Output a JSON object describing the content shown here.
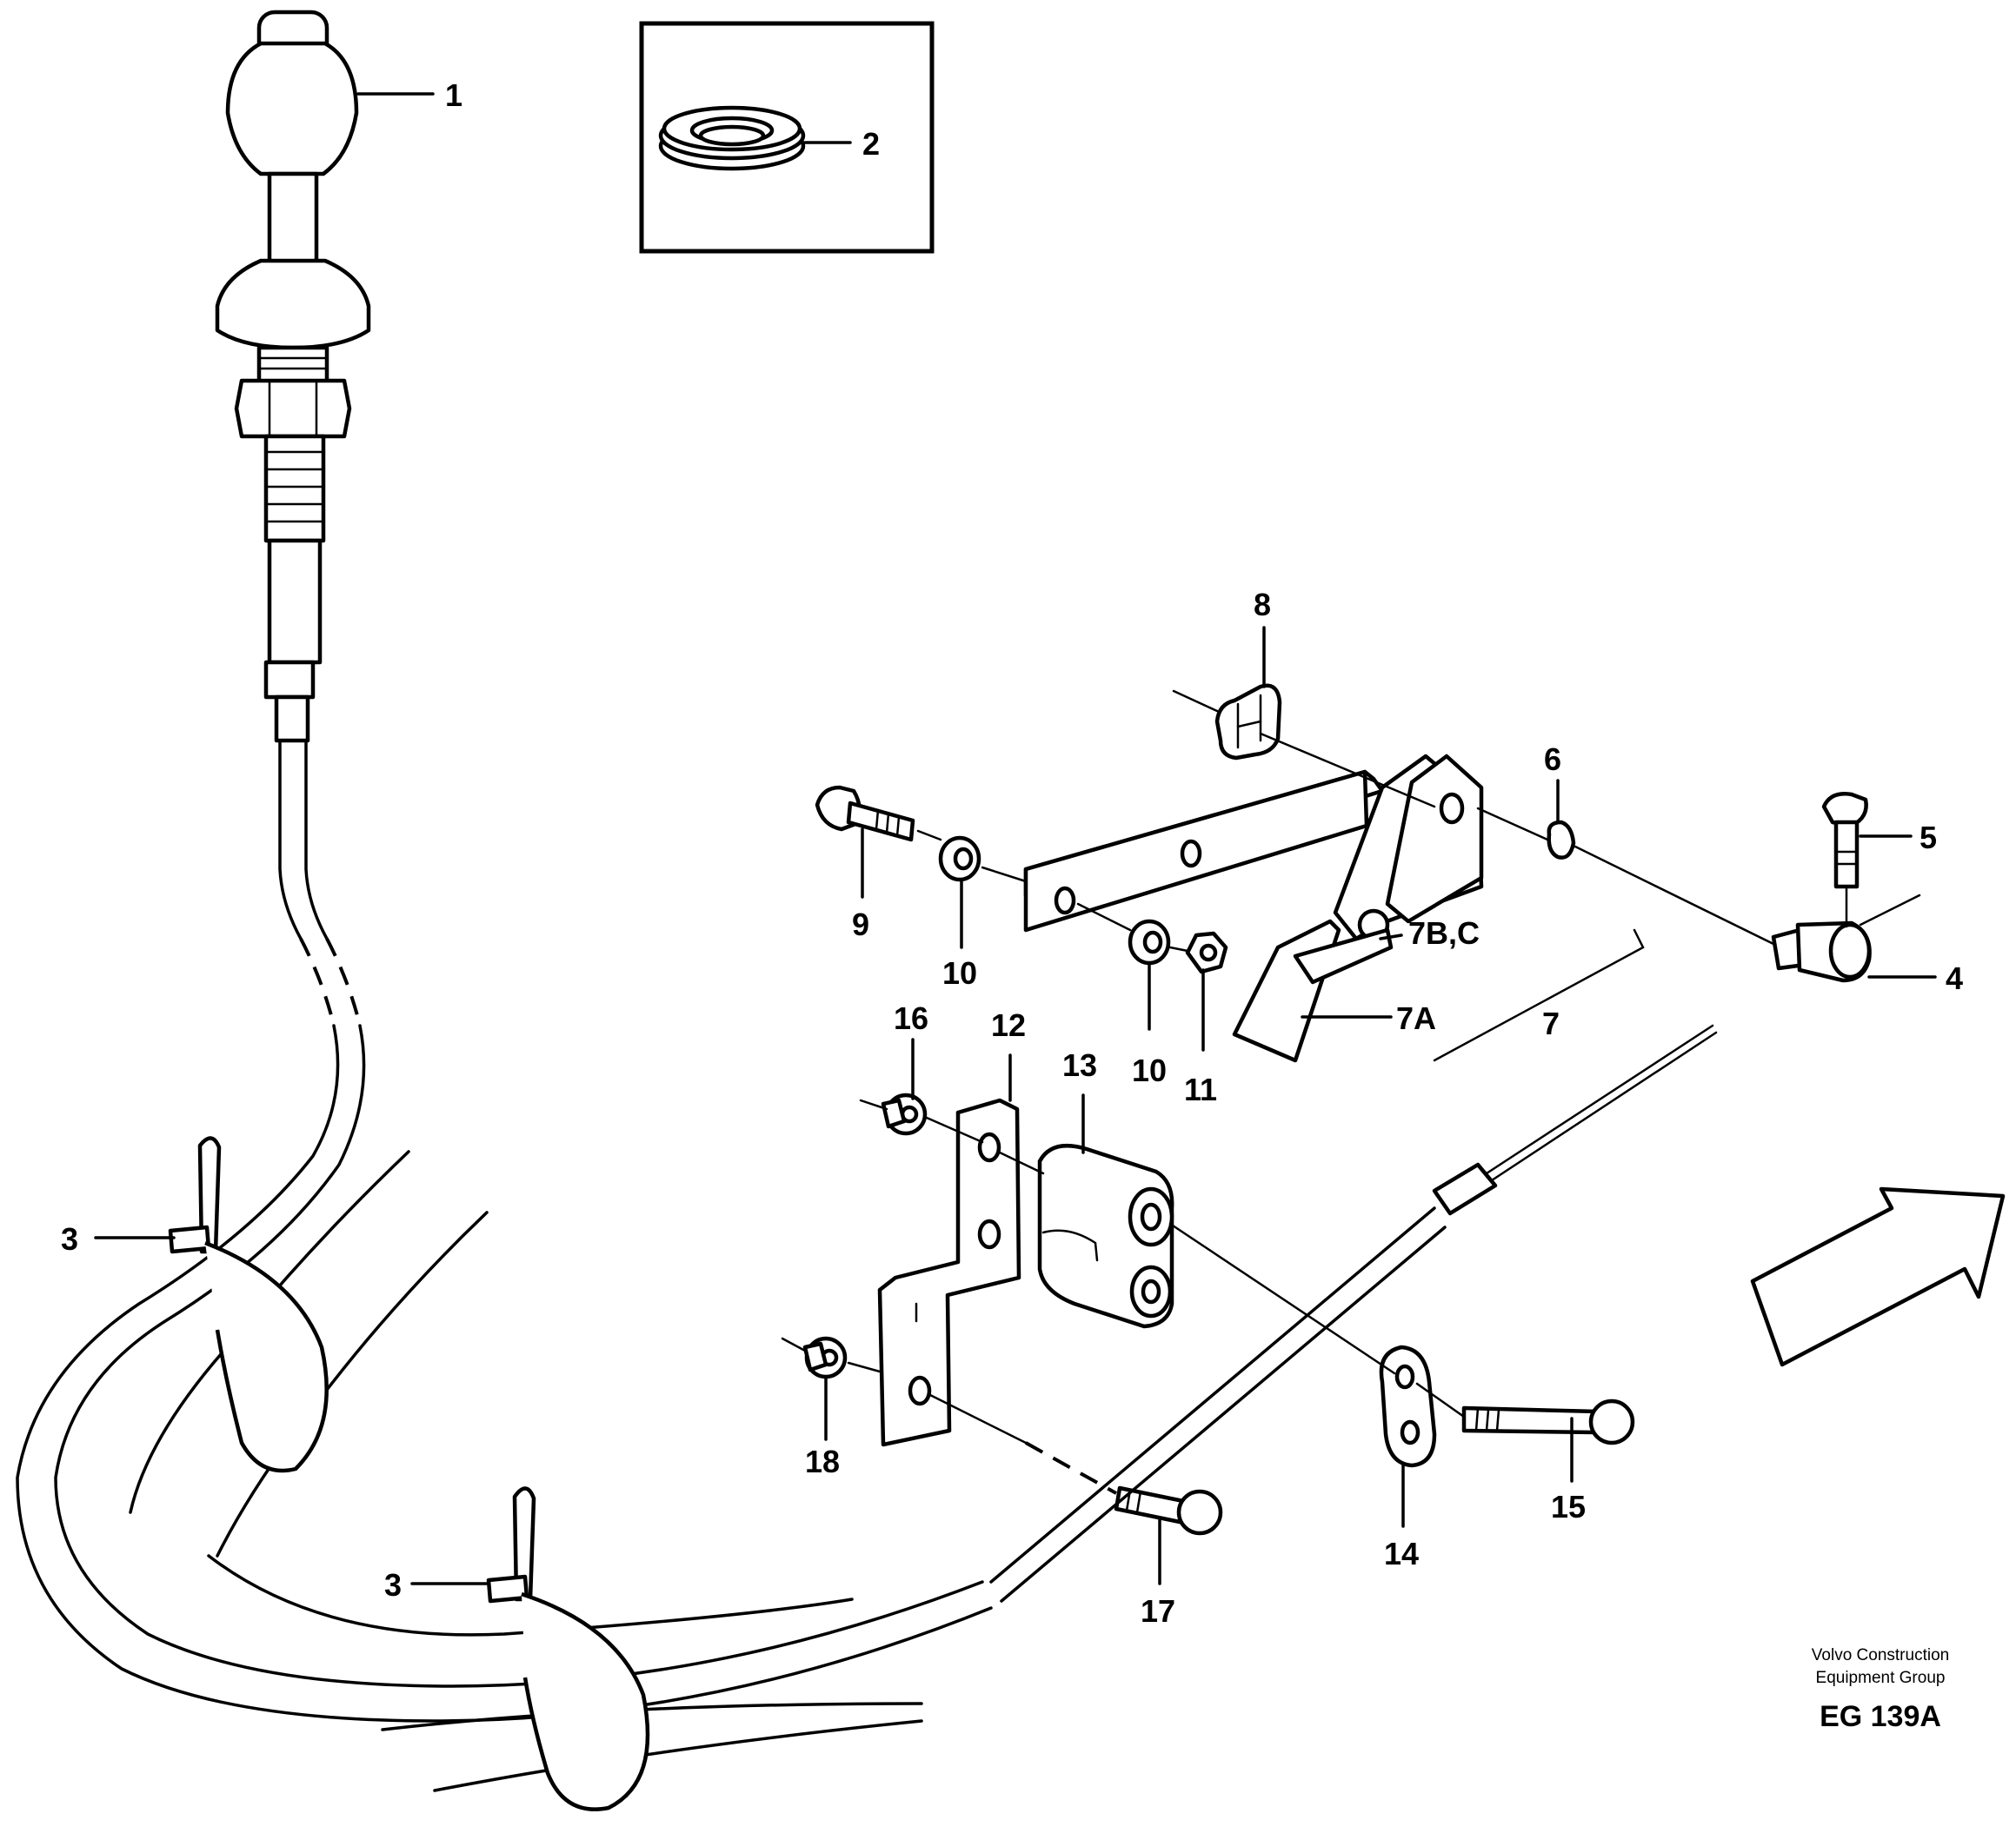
{
  "callouts": {
    "c1": "1",
    "c2": "2",
    "c3a": "3",
    "c3b": "3",
    "c4": "4",
    "c5": "5",
    "c6": "6",
    "c7": "7",
    "c7a": "7A",
    "c7bc": "7B,C",
    "c8": "8",
    "c9": "9",
    "c10a": "10",
    "c10b": "10",
    "c11": "11",
    "c12": "12",
    "c13": "13",
    "c14": "14",
    "c15": "15",
    "c16": "16",
    "c17": "17",
    "c18": "18"
  },
  "footer": {
    "company_line1": "Volvo Construction",
    "company_line2": "Equipment Group",
    "drawing_code": "EG 139A"
  }
}
